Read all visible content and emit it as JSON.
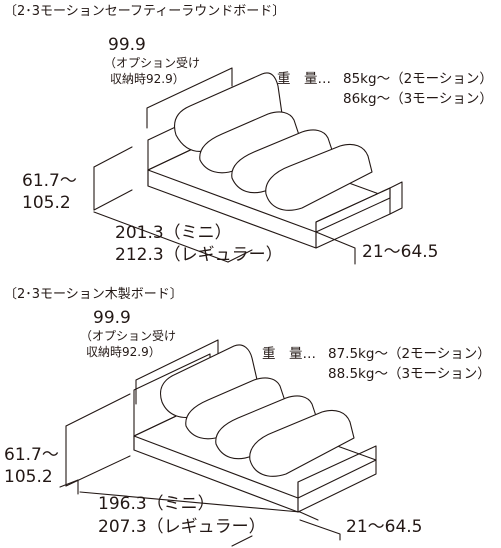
{
  "sections": [
    {
      "heading": "〔2･3モーションセーフティーラウンドボード〕",
      "width": "99.9",
      "option_note_line1": "（オプション受け",
      "option_note_line2": "収納時92.9）",
      "weight_label": "重　量…",
      "weight_2motion": "85kg～（2モーション）",
      "weight_3motion": "86kg～（3モーション）",
      "height_min": "61.7～",
      "height_max": "105.2",
      "length_mini": "201.3（ミニ）",
      "length_regular": "212.3（レギュラー）",
      "board_height": "21～64.5"
    },
    {
      "heading": "〔2･3モーション木製ボード〕",
      "width": "99.9",
      "option_note_line1": "（オプション受け",
      "option_note_line2": "収納時92.9）",
      "weight_label": "重　量…",
      "weight_2motion": "87.5kg～（2モーション）",
      "weight_3motion": "88.5kg～（3モーション）",
      "height_min": "61.7～",
      "height_max": "105.2",
      "length_mini": "196.3（ミニ）",
      "length_regular": "207.3（レギュラー）",
      "board_height": "21～64.5"
    }
  ]
}
